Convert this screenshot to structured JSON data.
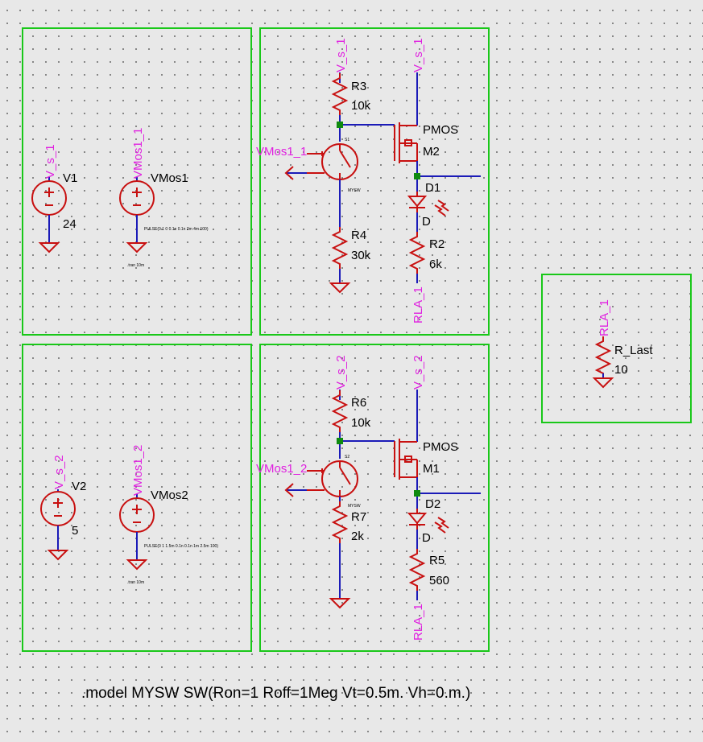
{
  "nets": {
    "vs1": "V_s_1",
    "vs2": "V_s_2",
    "vmos11": "VMos1_1",
    "vmos12": "VMos1_2",
    "rla": "RLA_1"
  },
  "sources": {
    "v1": {
      "name": "V1",
      "value": "24"
    },
    "vmos1": {
      "name": "VMos1",
      "value": "PULSE(0 1 0 0.1n 0.1n 2m 4m 100)"
    },
    "v2": {
      "name": "V2",
      "value": "5"
    },
    "vmos2": {
      "name": "VMos2",
      "value": "PULSE(0 1 1.5m 0.1n 0.1n 1m 2.5m 100)"
    },
    "tran1": ".tran 10m",
    "tran2": ".tran 10m"
  },
  "circuit1": {
    "r3": {
      "name": "R3",
      "value": "10k"
    },
    "r4": {
      "name": "R4",
      "value": "30k"
    },
    "m2": {
      "name": "M2",
      "model": "PMOS"
    },
    "d1": {
      "name": "D1",
      "model": "D"
    },
    "r2": {
      "name": "R2",
      "value": "6k"
    },
    "s1": {
      "name": "S1",
      "model": "MYSW"
    }
  },
  "circuit2": {
    "r6": {
      "name": "R6",
      "value": "10k"
    },
    "r7": {
      "name": "R7",
      "value": "2k"
    },
    "m1": {
      "name": "M1",
      "model": "PMOS"
    },
    "d2": {
      "name": "D2",
      "model": "D"
    },
    "r5": {
      "name": "R5",
      "value": "560"
    },
    "s2": {
      "name": "S2",
      "model": "MYSW"
    }
  },
  "load": {
    "name": "R_Last",
    "value": "10"
  },
  "model_directive": ".model MYSW SW(Ron=1 Roff=1Meg Vt=0.5m. Vh=0.m.)",
  "colors": {
    "frame": "#19c819",
    "wire": "#1b1bb8",
    "component": "#c81010",
    "netlabel": "#e020e0",
    "junction": "#0f8a0f"
  }
}
